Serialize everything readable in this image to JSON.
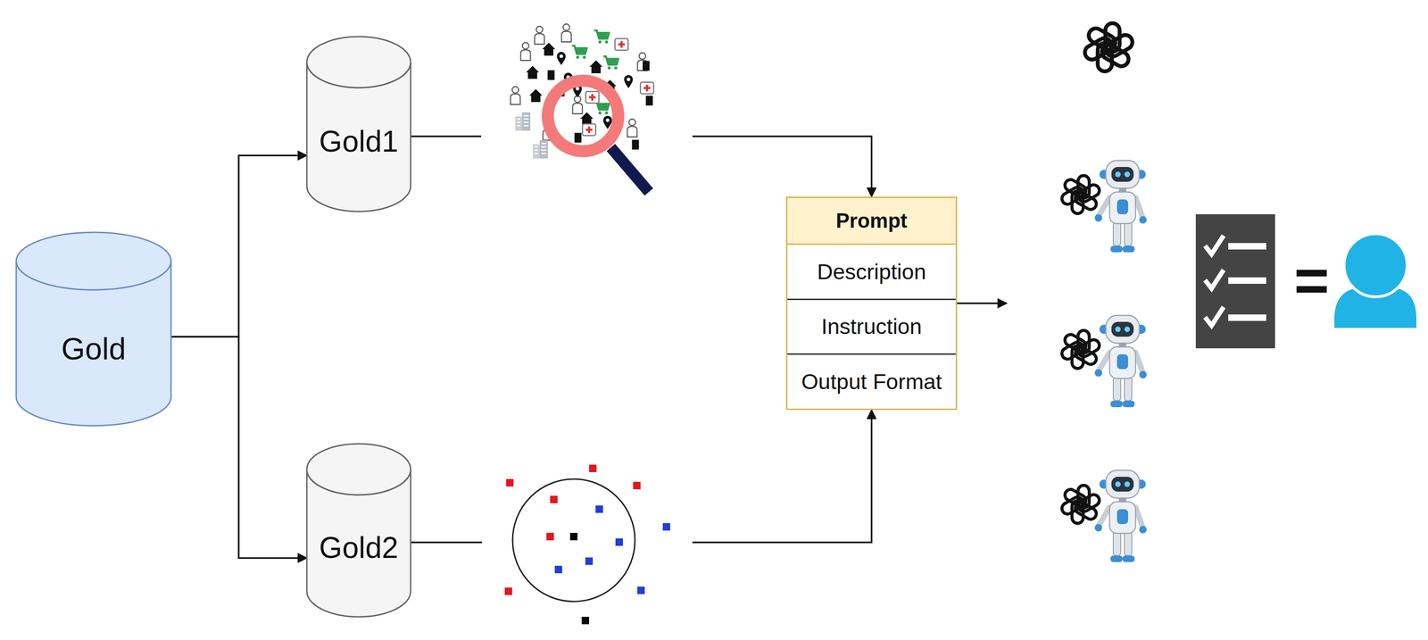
{
  "diagram": {
    "nodes": [
      {
        "text": [
          "Gold"
        ]
      },
      {
        "text": [
          "Gold1"
        ]
      },
      {
        "text": [
          "Gold2"
        ]
      },
      {
        "text": [
          "Prompt",
          "Description",
          "Instruction",
          "Output Format"
        ]
      }
    ],
    "edges": [
      {
        "from": 0,
        "to": 1,
        "arrow": "to"
      },
      {
        "from": 0,
        "to": 2,
        "arrow": "to"
      },
      {
        "from": 1,
        "to": 3,
        "arrow": "to"
      },
      {
        "from": 2,
        "to": 3,
        "arrow": "to"
      }
    ],
    "labels": [
      "="
    ]
  }
}
